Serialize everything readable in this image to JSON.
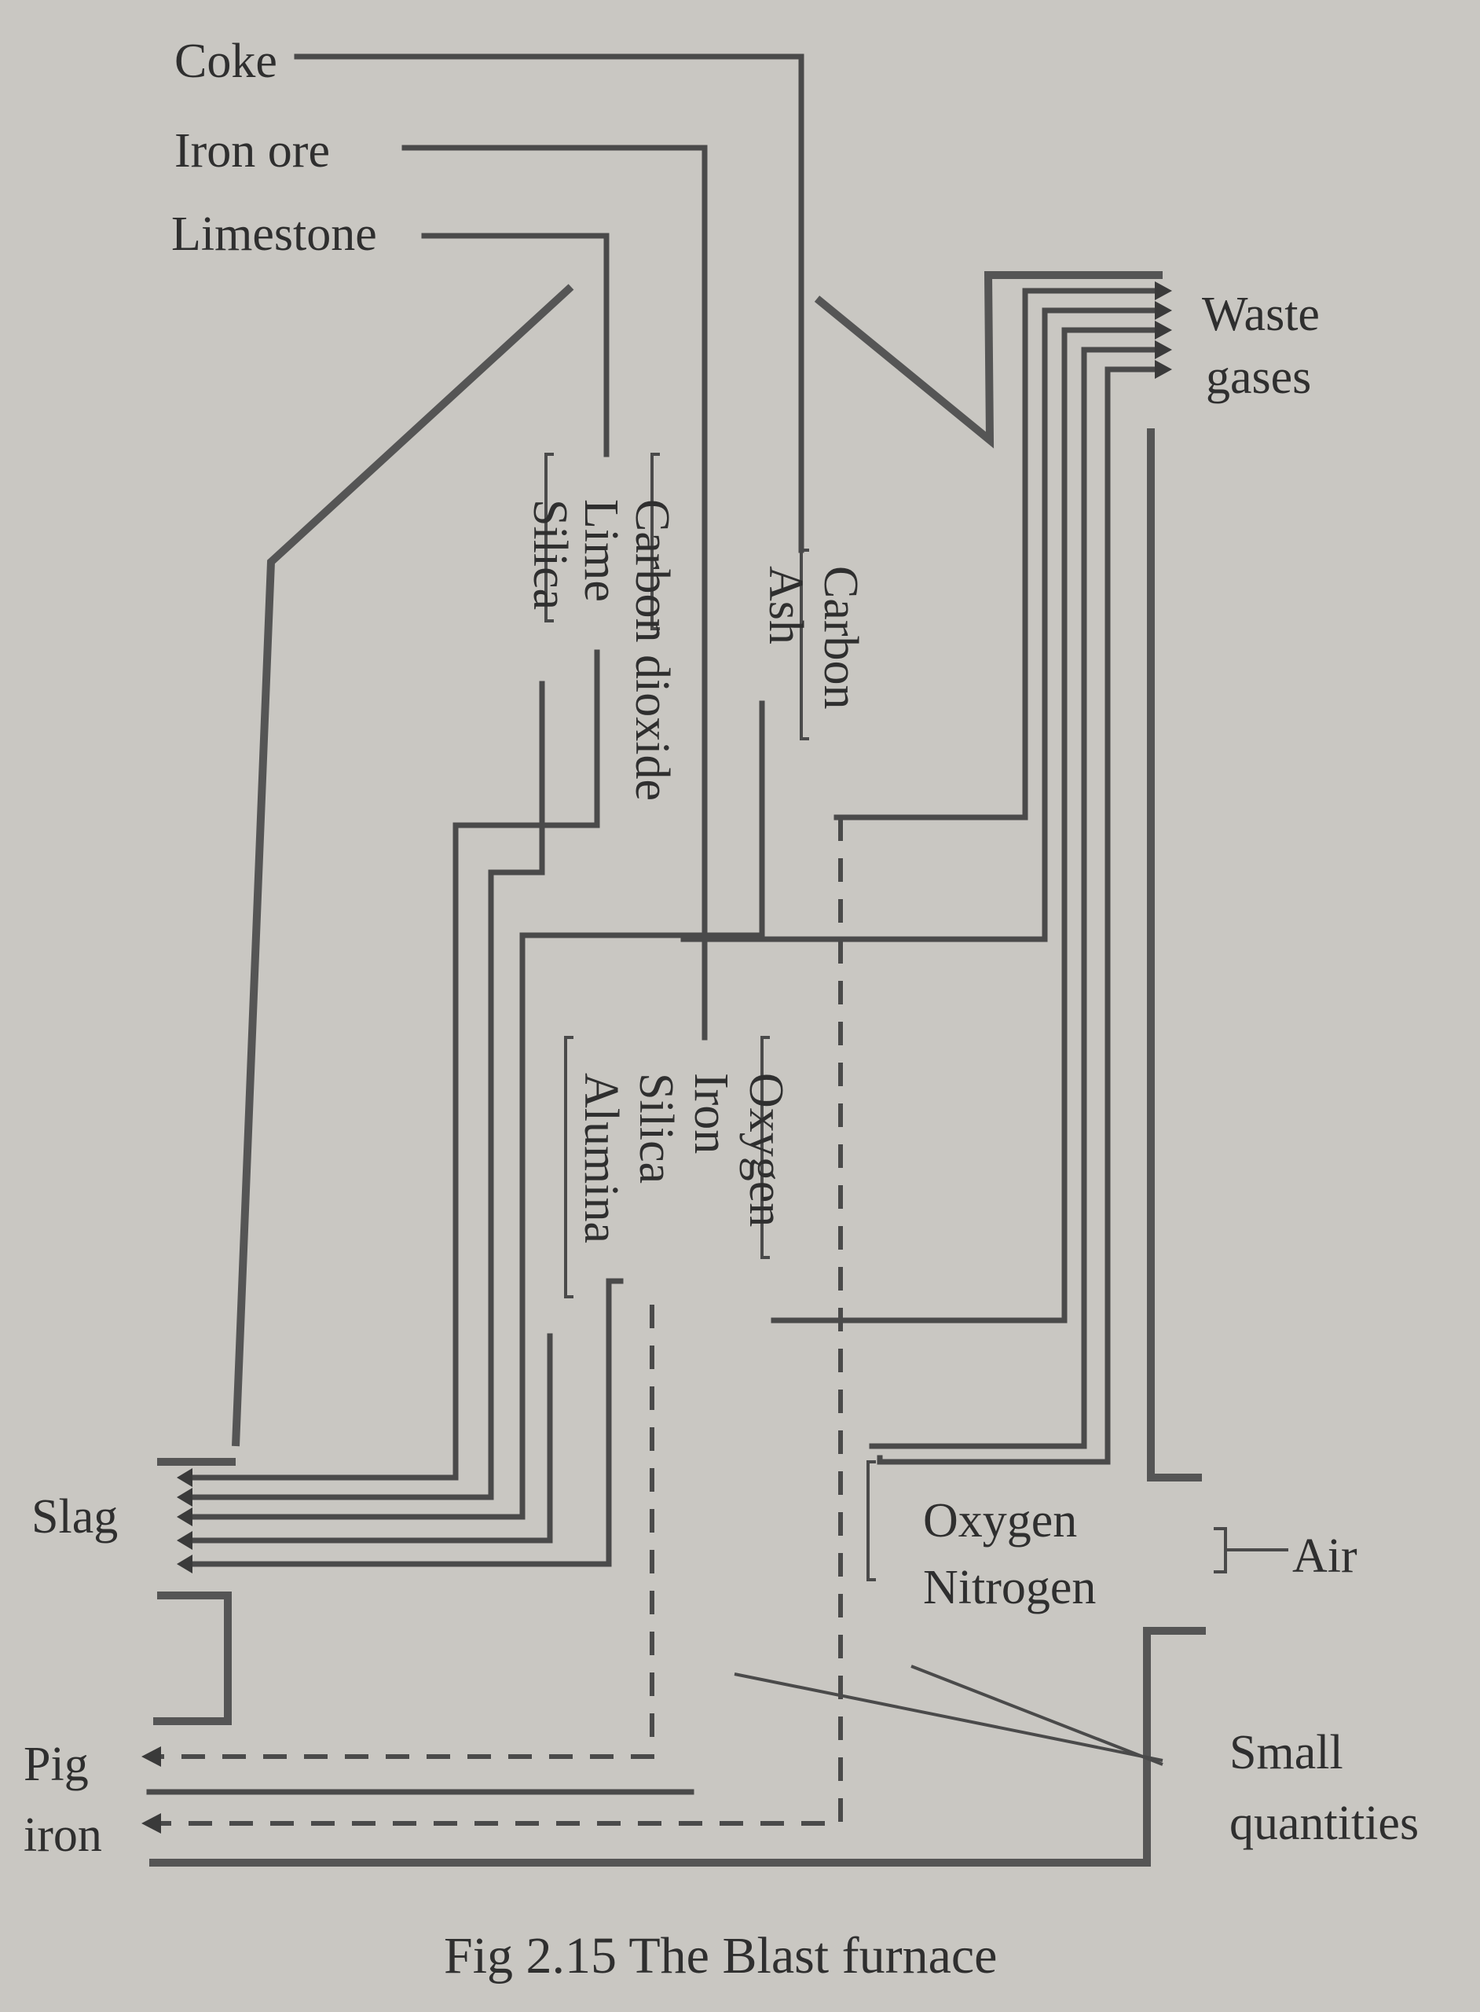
{
  "inputs": {
    "coke": "Coke",
    "iron_ore": "Iron ore",
    "limestone": "Limestone"
  },
  "limestone_parts": {
    "carbon_dioxide": "Carbon dioxide",
    "lime": "Lime",
    "silica": "Silica"
  },
  "coke_parts": {
    "carbon": "Carbon",
    "ash": "Ash"
  },
  "ore_parts": {
    "oxygen": "Oxygen",
    "iron": "Iron",
    "silica": "Silica",
    "alumina": "Alumina"
  },
  "air_parts": {
    "oxygen": "Oxygen",
    "nitrogen": "Nitrogen"
  },
  "outputs": {
    "waste_gases_line1": "Waste",
    "waste_gases_line2": "gases",
    "slag": "Slag",
    "pig_iron_line1": "Pig",
    "pig_iron_line2": "iron",
    "air": "Air",
    "small_quantities_line1": "Small",
    "small_quantities_line2": "quantities"
  },
  "caption": "Fig 2.15 The Blast furnace"
}
